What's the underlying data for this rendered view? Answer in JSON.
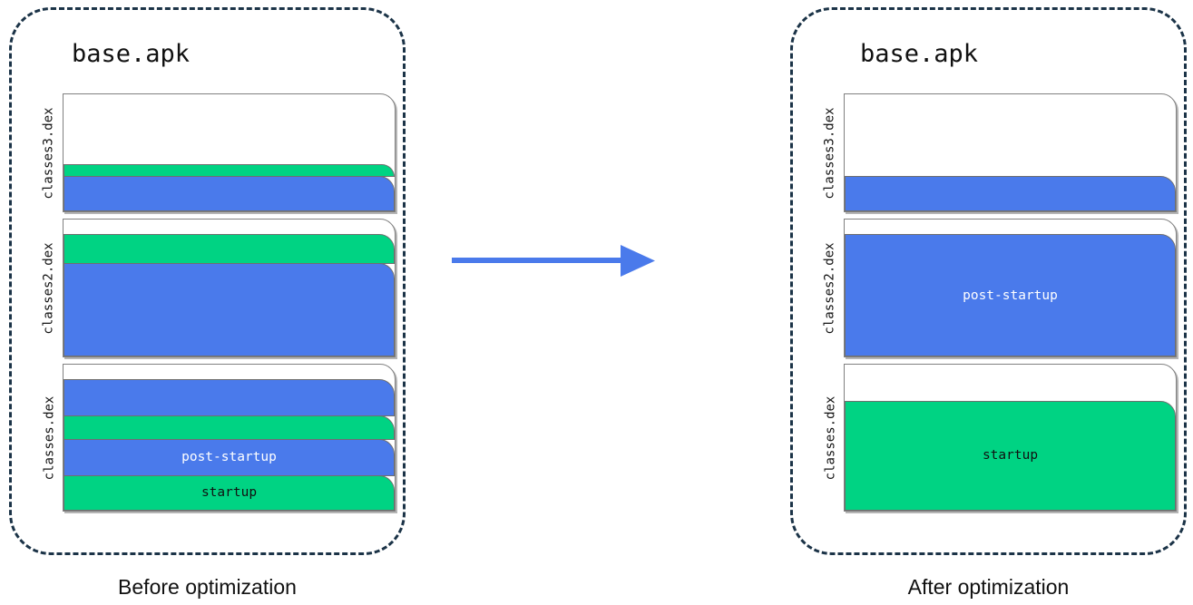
{
  "diagram": {
    "title_left": "base.apk",
    "title_right": "base.apk",
    "caption_left": "Before optimization",
    "caption_right": "After optimization",
    "arrow": {
      "name": "right-arrow",
      "color": "#4a7aeb",
      "direction": "right"
    },
    "colors": {
      "panel_border": "#1b3347",
      "blue": "#4a7aeb",
      "green": "#00d383",
      "box_border": "#808080",
      "background": "#ffffff"
    },
    "legend": {
      "startup_label": "startup",
      "post_startup_label": "post-startup"
    }
  },
  "before": {
    "label": "Before optimization",
    "apk": "base.apk",
    "dex_files": [
      {
        "name": "classes3.dex",
        "segments": [
          {
            "type": "empty",
            "label": "",
            "height_pct": 61
          },
          {
            "type": "startup",
            "label": "",
            "height_pct": 10
          },
          {
            "type": "post-startup",
            "label": "",
            "height_pct": 29
          }
        ]
      },
      {
        "name": "classes2.dex",
        "segments": [
          {
            "type": "empty",
            "label": "",
            "height_pct": 11
          },
          {
            "type": "startup",
            "label": "",
            "height_pct": 21
          },
          {
            "type": "post-startup",
            "label": "",
            "height_pct": 68
          }
        ]
      },
      {
        "name": "classes.dex",
        "segments": [
          {
            "type": "empty",
            "label": "",
            "height_pct": 10
          },
          {
            "type": "post-startup",
            "label": "",
            "height_pct": 25
          },
          {
            "type": "startup",
            "label": "",
            "height_pct": 16
          },
          {
            "type": "post-startup",
            "label": "post-startup",
            "height_pct": 25
          },
          {
            "type": "startup",
            "label": "startup",
            "height_pct": 24
          }
        ]
      }
    ]
  },
  "after": {
    "label": "After optimization",
    "apk": "base.apk",
    "dex_files": [
      {
        "name": "classes3.dex",
        "segments": [
          {
            "type": "empty",
            "label": "",
            "height_pct": 71
          },
          {
            "type": "post-startup",
            "label": "",
            "height_pct": 29
          }
        ]
      },
      {
        "name": "classes2.dex",
        "segments": [
          {
            "type": "empty",
            "label": "",
            "height_pct": 11
          },
          {
            "type": "post-startup",
            "label": "post-startup",
            "height_pct": 89
          }
        ]
      },
      {
        "name": "classes.dex",
        "segments": [
          {
            "type": "empty",
            "label": "",
            "height_pct": 25
          },
          {
            "type": "startup",
            "label": "startup",
            "height_pct": 75
          }
        ]
      }
    ]
  }
}
